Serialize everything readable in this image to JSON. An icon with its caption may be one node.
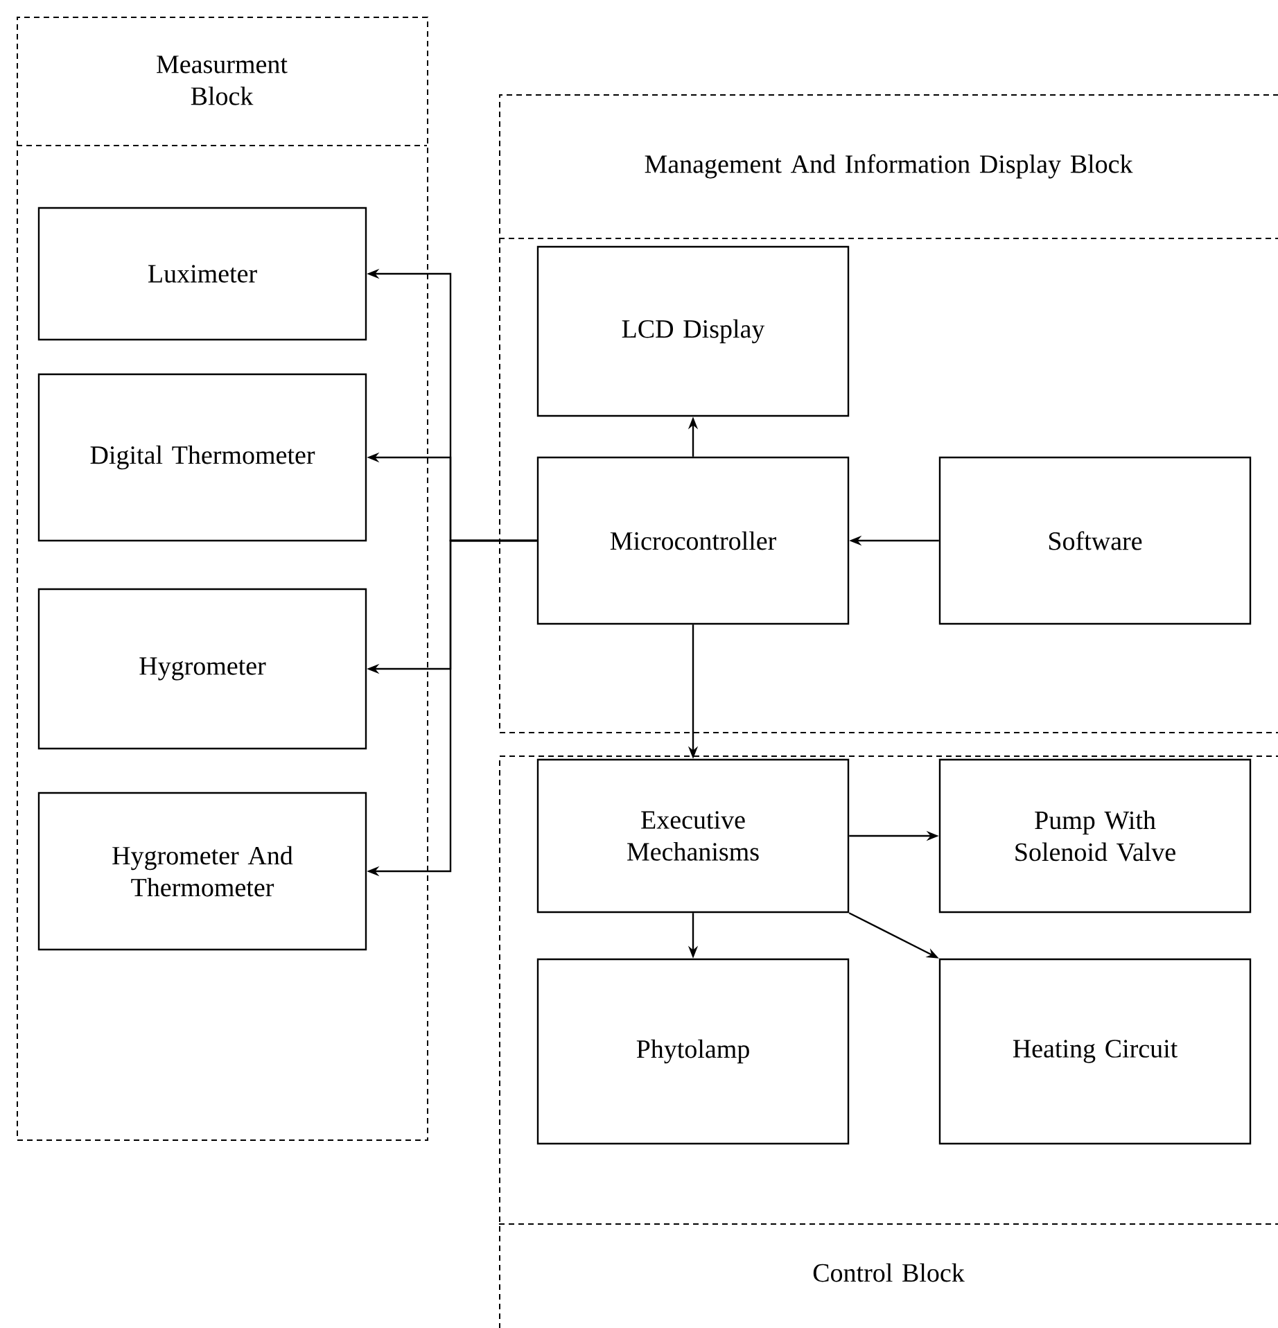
{
  "diagram": {
    "nodes": [
      {
        "text": [
          "Measurment Block"
        ]
      },
      {
        "text": [
          "Luximeter"
        ],
        "in": 0
      },
      {
        "text": [
          "Digital Thermometer"
        ],
        "in": 0
      },
      {
        "text": [
          "Hygrometer"
        ],
        "in": 0
      },
      {
        "text": [
          "Hygrometer And Thermometer"
        ],
        "in": 0
      },
      {
        "text": [
          "Management And Information Display Block"
        ]
      },
      {
        "text": [
          "LCD Display"
        ],
        "in": 5
      },
      {
        "text": [
          "Microcontroller"
        ],
        "in": 5
      },
      {
        "text": [
          "Software"
        ],
        "in": 5
      },
      {
        "text": [
          "Control Block"
        ]
      },
      {
        "text": [
          "Executive Mechanisms"
        ],
        "in": 9
      },
      {
        "text": [
          "Pump With Solenoid Valve"
        ],
        "in": 9
      },
      {
        "text": [
          "Phytolamp"
        ],
        "in": 9
      },
      {
        "text": [
          "Heating Circuit"
        ],
        "in": 9
      }
    ],
    "edges": [
      {
        "from": 7,
        "to": 1,
        "arrow": "to"
      },
      {
        "from": 7,
        "to": 2,
        "arrow": "to"
      },
      {
        "from": 7,
        "to": 3,
        "arrow": "to"
      },
      {
        "from": 7,
        "to": 4,
        "arrow": "to"
      },
      {
        "from": 7,
        "to": 6,
        "arrow": "to"
      },
      {
        "from": 8,
        "to": 7,
        "arrow": "to"
      },
      {
        "from": 7,
        "to": 10,
        "arrow": "to"
      },
      {
        "from": 10,
        "to": 11,
        "arrow": "to"
      },
      {
        "from": 10,
        "to": 12,
        "arrow": "to"
      },
      {
        "from": 10,
        "to": 13,
        "arrow": "to"
      }
    ]
  }
}
